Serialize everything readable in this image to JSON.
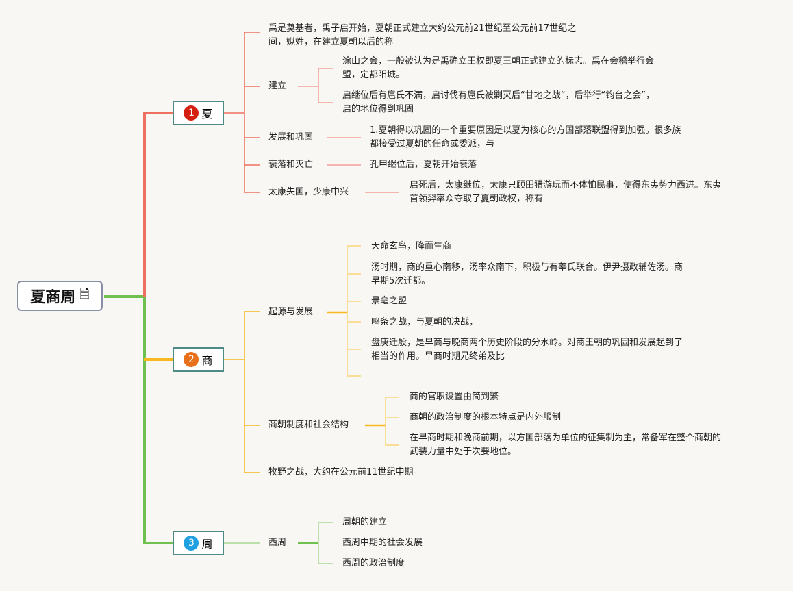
{
  "root": {
    "title": "夏商周",
    "icon": "note-icon"
  },
  "colors": {
    "xia": "#f07060",
    "shang": "#f8b820",
    "zhou": "#70c050",
    "badge1": "#d42010",
    "badge2": "#e8701a",
    "badge3": "#20a0e0"
  },
  "xia": {
    "num": "1",
    "label": "夏",
    "intro": [
      "禹是奠基者，禹子启开始，夏朝正式建立大约公元前21世纪至公元前17世纪之",
      "间，姒姓，在建立夏朝以后的称"
    ],
    "founding": {
      "label": "建立",
      "items": [
        [
          "涂山之会，一般被认为是禹确立王权即夏王朝正式建立的标志。禹在会稽举行会",
          "盟，定都阳城。"
        ],
        [
          "启继位后有扈氏不满，启讨伐有扈氏被剿灭后“甘地之战”，后举行“钧台之会”，",
          "启的地位得到巩固"
        ]
      ]
    },
    "development": {
      "label": "发展和巩固",
      "text": [
        "1.夏朝得以巩固的一个重要原因是以夏为核心的方国部落联盟得到加强。很多族",
        "都接受过夏朝的任命或委派，与"
      ]
    },
    "decline": {
      "label": "衰落和灭亡",
      "text": [
        "孔甲继位后，夏朝开始衰落"
      ]
    },
    "taikang": {
      "label": "太康失国，少康中兴",
      "text": [
        "启死后，太康继位，太康只顾田猎游玩而不体恤民事，使得东夷势力西进。东夷",
        "首领羿率众夺取了夏朝政权，称有"
      ]
    }
  },
  "shang": {
    "num": "2",
    "label": "商",
    "origin": {
      "label": "起源与发展",
      "items": [
        [
          "天命玄鸟，降而生商"
        ],
        [
          "汤时期，商的重心南移，汤率众南下，积极与有莘氏联合。伊尹摄政辅佐汤。商",
          "早期5次迁都。"
        ],
        [
          "景亳之盟"
        ],
        [
          "鸣条之战，与夏朝的决战，"
        ],
        [
          "盘庚迁殷，是早商与晚商两个历史阶段的分水岭。对商王朝的巩固和发展起到了",
          "相当的作用。早商时期兄终弟及比"
        ]
      ]
    },
    "system": {
      "label": "商朝制度和社会结构",
      "items": [
        [
          "商的官职设置由简到繁"
        ],
        [
          "商朝的政治制度的根本特点是内外服制"
        ],
        [
          "在早商时期和晚商前期，以方国部落为单位的征集制为主，常备军在整个商朝的",
          "武装力量中处于次要地位。"
        ]
      ]
    },
    "muye": "牧野之战，大约在公元前11世纪中期。"
  },
  "zhou": {
    "num": "3",
    "label": "周",
    "west": {
      "label": "西周",
      "items": [
        "周朝的建立",
        "西周中期的社会发展",
        "西周的政治制度"
      ]
    }
  }
}
